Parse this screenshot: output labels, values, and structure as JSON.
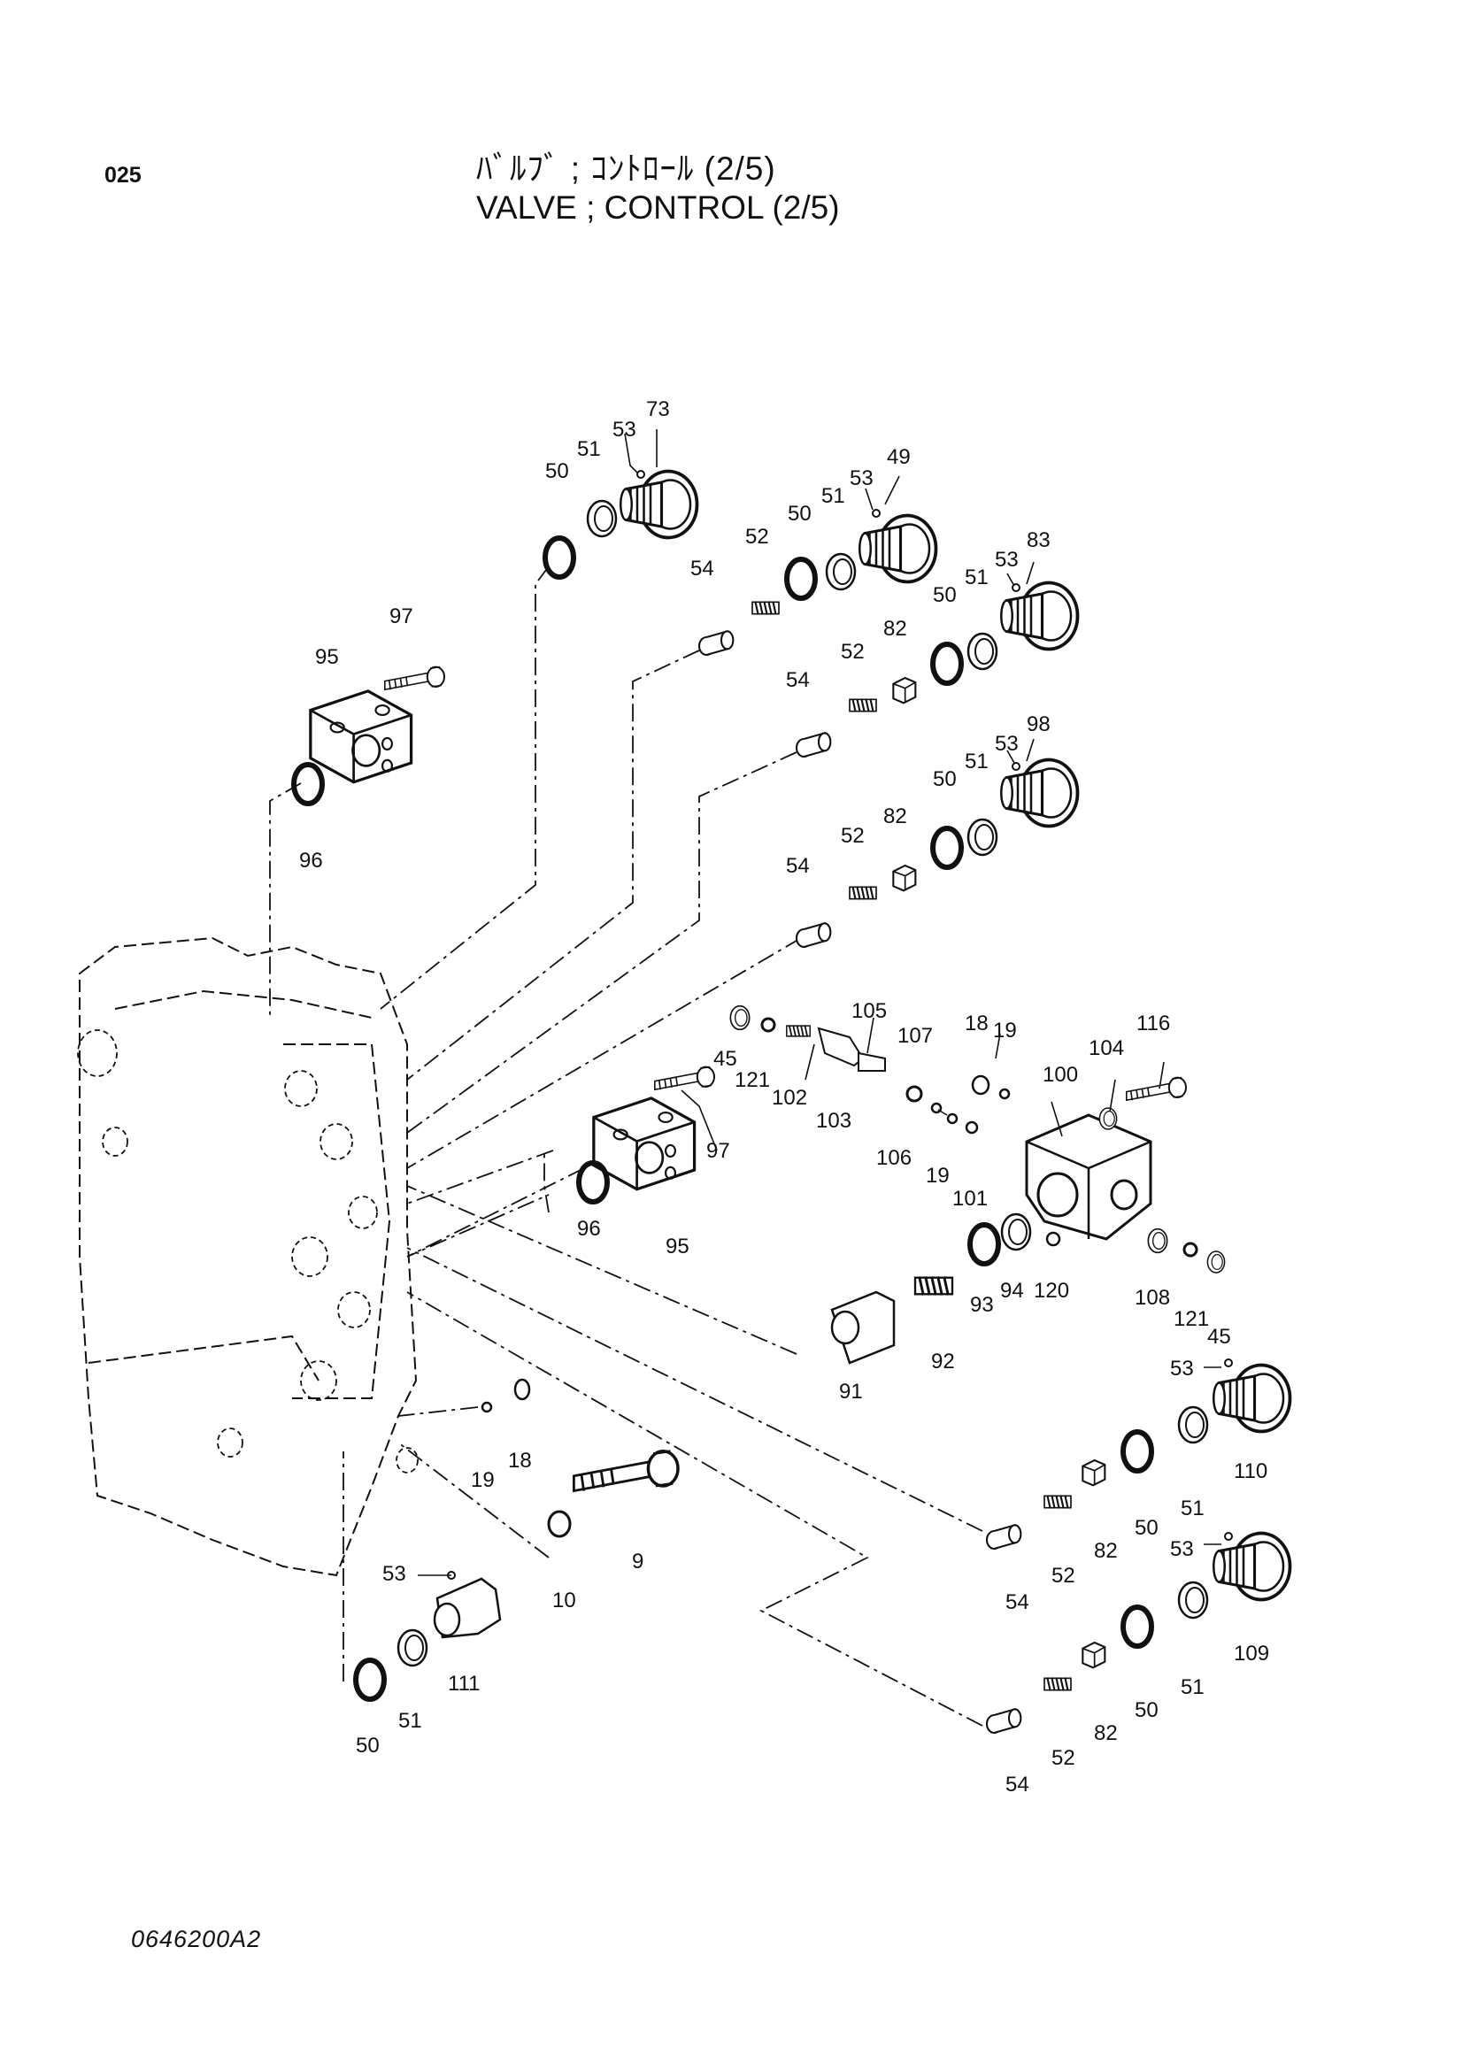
{
  "page_code": "025",
  "title_jp": "ﾊﾞﾙﾌﾞ ; ｺﾝﾄﾛｰﾙ (2/5)",
  "title_en": "VALVE ; CONTROL (2/5)",
  "doc_code": "0646200A2",
  "callouts": [
    {
      "id": "c73",
      "text": "73"
    },
    {
      "id": "c53a",
      "text": "53"
    },
    {
      "id": "c51a",
      "text": "51"
    },
    {
      "id": "c50a",
      "text": "50"
    },
    {
      "id": "c49",
      "text": "49"
    },
    {
      "id": "c53b",
      "text": "53"
    },
    {
      "id": "c51b",
      "text": "51"
    },
    {
      "id": "c50b",
      "text": "50"
    },
    {
      "id": "c52a",
      "text": "52"
    },
    {
      "id": "c54a",
      "text": "54"
    },
    {
      "id": "c83",
      "text": "83"
    },
    {
      "id": "c53c",
      "text": "53"
    },
    {
      "id": "c51c",
      "text": "51"
    },
    {
      "id": "c50c",
      "text": "50"
    },
    {
      "id": "c82a",
      "text": "82"
    },
    {
      "id": "c52b",
      "text": "52"
    },
    {
      "id": "c54b",
      "text": "54"
    },
    {
      "id": "c97a",
      "text": "97"
    },
    {
      "id": "c95a",
      "text": "95"
    },
    {
      "id": "c96a",
      "text": "96"
    },
    {
      "id": "c98",
      "text": "98"
    },
    {
      "id": "c53d",
      "text": "53"
    },
    {
      "id": "c51d",
      "text": "51"
    },
    {
      "id": "c50d",
      "text": "50"
    },
    {
      "id": "c82b",
      "text": "82"
    },
    {
      "id": "c52c",
      "text": "52"
    },
    {
      "id": "c54c",
      "text": "54"
    },
    {
      "id": "c105",
      "text": "105"
    },
    {
      "id": "c107",
      "text": "107"
    },
    {
      "id": "c45a",
      "text": "45"
    },
    {
      "id": "c121a",
      "text": "121"
    },
    {
      "id": "c102",
      "text": "102"
    },
    {
      "id": "c103",
      "text": "103"
    },
    {
      "id": "c18a",
      "text": "18"
    },
    {
      "id": "c19a",
      "text": "19"
    },
    {
      "id": "c116",
      "text": "116"
    },
    {
      "id": "c104",
      "text": "104"
    },
    {
      "id": "c100",
      "text": "100"
    },
    {
      "id": "c97b",
      "text": "97"
    },
    {
      "id": "c106",
      "text": "106"
    },
    {
      "id": "c19b",
      "text": "19"
    },
    {
      "id": "c101",
      "text": "101"
    },
    {
      "id": "c96b",
      "text": "96"
    },
    {
      "id": "c95b",
      "text": "95"
    },
    {
      "id": "c93",
      "text": "93"
    },
    {
      "id": "c94",
      "text": "94"
    },
    {
      "id": "c120",
      "text": "120"
    },
    {
      "id": "c108",
      "text": "108"
    },
    {
      "id": "c121b",
      "text": "121"
    },
    {
      "id": "c45b",
      "text": "45"
    },
    {
      "id": "c91",
      "text": "91"
    },
    {
      "id": "c92",
      "text": "92"
    },
    {
      "id": "c53e",
      "text": "53"
    },
    {
      "id": "c110",
      "text": "110"
    },
    {
      "id": "c51e",
      "text": "51"
    },
    {
      "id": "c50e",
      "text": "50"
    },
    {
      "id": "c82c",
      "text": "82"
    },
    {
      "id": "c52d",
      "text": "52"
    },
    {
      "id": "c54d",
      "text": "54"
    },
    {
      "id": "c18b",
      "text": "18"
    },
    {
      "id": "c19c",
      "text": "19"
    },
    {
      "id": "c9",
      "text": "9"
    },
    {
      "id": "c10",
      "text": "10"
    },
    {
      "id": "c53f",
      "text": "53"
    },
    {
      "id": "c111",
      "text": "111"
    },
    {
      "id": "c51f",
      "text": "51"
    },
    {
      "id": "c50f",
      "text": "50"
    },
    {
      "id": "c53g",
      "text": "53"
    },
    {
      "id": "c109",
      "text": "109"
    },
    {
      "id": "c51g",
      "text": "51"
    },
    {
      "id": "c50g",
      "text": "50"
    },
    {
      "id": "c82d",
      "text": "82"
    },
    {
      "id": "c52e",
      "text": "52"
    },
    {
      "id": "c54e",
      "text": "54"
    }
  ]
}
